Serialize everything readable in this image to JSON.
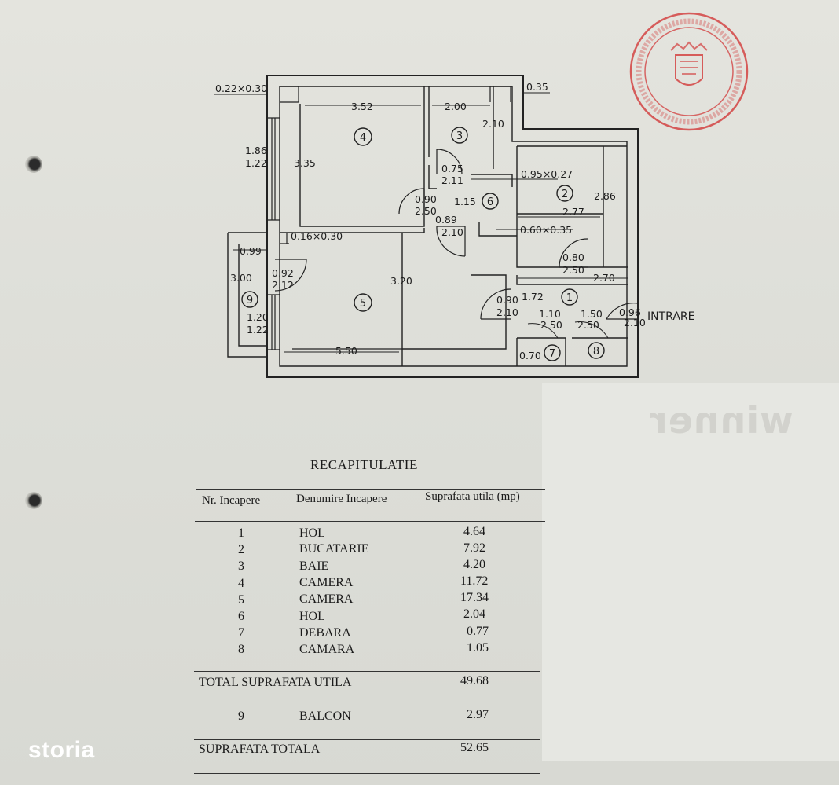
{
  "plan": {
    "rooms": [
      {
        "id": "room-4",
        "number": "4"
      },
      {
        "id": "room-3",
        "number": "3"
      },
      {
        "id": "room-6",
        "number": "6"
      },
      {
        "id": "room-2",
        "number": "2"
      },
      {
        "id": "room-5",
        "number": "5"
      },
      {
        "id": "room-1",
        "number": "1"
      },
      {
        "id": "room-9",
        "number": "9"
      },
      {
        "id": "room-7",
        "number": "7"
      },
      {
        "id": "room-8",
        "number": "8"
      }
    ],
    "dimensions": [
      "0.22×0.30",
      "3.52",
      "2.00",
      "0.35",
      "2.10",
      "1.86",
      "1.22",
      "3.35",
      "0.75",
      "2.11",
      "0.95×0.27",
      "2.86",
      "0.90",
      "2.50",
      "1.15",
      "2.77",
      "0.89",
      "2.10",
      "0.60×0.35",
      "0.16×0.30",
      "0.99",
      "0.92",
      "2.12",
      "3.00",
      "3.20",
      "0.80",
      "2.50",
      "2.70",
      "0.90",
      "2.10",
      "1.72",
      "1.20",
      "1.22",
      "1.10",
      "2.50",
      "1.50",
      "2.50",
      "0.96",
      "2.10",
      "5.50",
      "0.70"
    ],
    "entrance_label": "INTRARE"
  },
  "watermark": "winner",
  "recap": {
    "title": "RECAPITULATIE",
    "headers": [
      "Nr. Incapere",
      "Denumire  Incapere",
      "Suprafata utila  (mp)"
    ],
    "rows": [
      {
        "nr": "1",
        "name": "HOL",
        "area": "4.64"
      },
      {
        "nr": "2",
        "name": "BUCATARIE",
        "area": "7.92"
      },
      {
        "nr": "3",
        "name": "BAIE",
        "area": "4.20"
      },
      {
        "nr": "4",
        "name": "CAMERA",
        "area": "11.72"
      },
      {
        "nr": "5",
        "name": "CAMERA",
        "area": "17.34"
      },
      {
        "nr": "6",
        "name": "HOL",
        "area": "2.04"
      },
      {
        "nr": "7",
        "name": "DEBARA",
        "area": "0.77"
      },
      {
        "nr": "8",
        "name": "CAMARA",
        "area": "1.05"
      }
    ],
    "total_useful": {
      "label": "TOTAL SUPRAFATA UTILA",
      "value": "49.68"
    },
    "balcony": {
      "nr": "9",
      "name": "BALCON",
      "area": "2.97"
    },
    "total": {
      "label": "SUPRAFATA TOTALA",
      "value": "52.65"
    }
  },
  "logo": "storia",
  "colors": {
    "ink": "#1d1d1d",
    "stamp": "#d23a3a",
    "logo": "#ffffff"
  }
}
